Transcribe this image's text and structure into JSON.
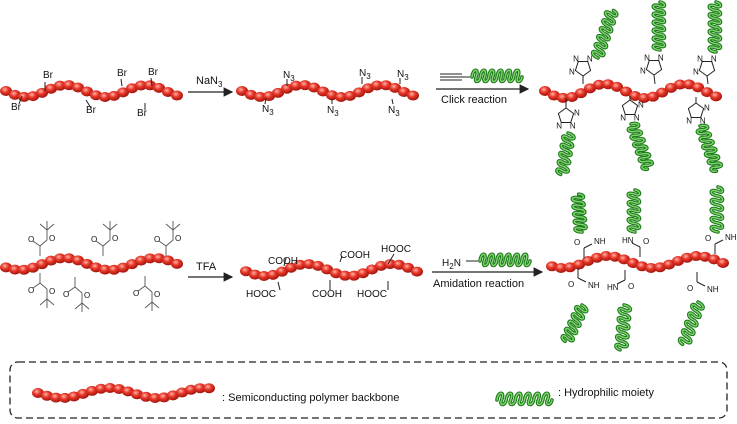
{
  "reagents": {
    "step1": "NaN",
    "step1_sub": "3",
    "step2": "Click reaction",
    "step3": "TFA",
    "step4": "Amidation reaction",
    "h2n": "H",
    "h2n_sub": "2",
    "h2n_rest": "N"
  },
  "groups": {
    "br": "Br",
    "n": "N",
    "n3_sub": "3",
    "cooh": "COOH",
    "hooc": "HOOC",
    "nh": "NH",
    "hn": "HN",
    "o": "O"
  },
  "legend": {
    "backbone": ": Semiconducting polymer backbone",
    "moiety": ": Hydrophilic moiety"
  },
  "colors": {
    "bead": "#d42a1f",
    "bead_light": "#ff8a7a",
    "helix": "#2f9a2f",
    "helix_light": "#8fdc7a",
    "line": "#222222"
  }
}
